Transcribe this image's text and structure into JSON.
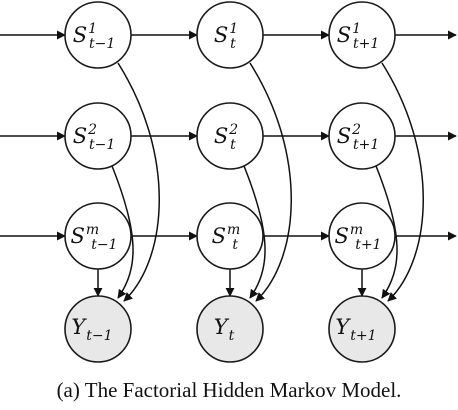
{
  "diagram": {
    "columns": [
      {
        "states": [
          {
            "base": "S",
            "sup": "1",
            "sub": "t−1"
          },
          {
            "base": "S",
            "sup": "2",
            "sub": "t−1"
          },
          {
            "base": "S",
            "sup": "m",
            "sub": "t−1"
          }
        ],
        "observation": {
          "base": "Y",
          "sub": "t−1"
        }
      },
      {
        "states": [
          {
            "base": "S",
            "sup": "1",
            "sub": "t"
          },
          {
            "base": "S",
            "sup": "2",
            "sub": "t"
          },
          {
            "base": "S",
            "sup": "m",
            "sub": "t"
          }
        ],
        "observation": {
          "base": "Y",
          "sub": "t"
        }
      },
      {
        "states": [
          {
            "base": "S",
            "sup": "1",
            "sub": "t+1"
          },
          {
            "base": "S",
            "sup": "2",
            "sub": "t+1"
          },
          {
            "base": "S",
            "sup": "m",
            "sub": "t+1"
          }
        ],
        "observation": {
          "base": "Y",
          "sub": "t+1"
        }
      }
    ],
    "colors": {
      "observed_fill": "#e8e8e8",
      "stroke": "#1a1a1a"
    }
  },
  "caption": "(a) The Factorial Hidden Markov Model."
}
